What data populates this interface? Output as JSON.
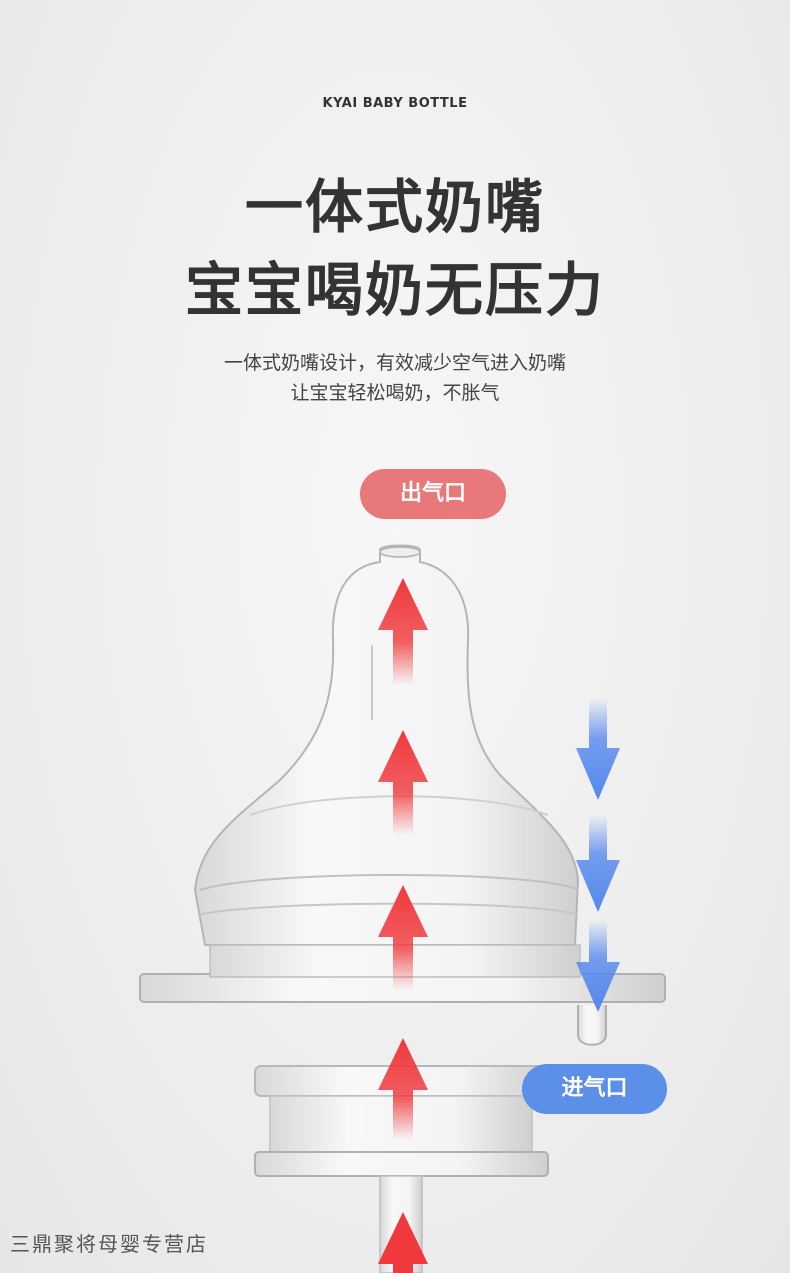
{
  "header": {
    "brand": "KYAI  BABY BOTTLE",
    "title_line1": "一体式奶嘴",
    "title_line2": "宝宝喝奶无压力",
    "subtitle_line1": "一体式奶嘴设计，有效减少空气进入奶嘴",
    "subtitle_line2": "让宝宝轻松喝奶，不胀气"
  },
  "labels": {
    "air_outlet": "出气口",
    "air_inlet": "进气口"
  },
  "watermark": "三鼎聚将母婴专营店",
  "colors": {
    "outlet_red": "#e8787a",
    "inlet_blue": "#5b8fe8",
    "arrow_red": "#f0393c",
    "arrow_blue": "#5588ee"
  }
}
